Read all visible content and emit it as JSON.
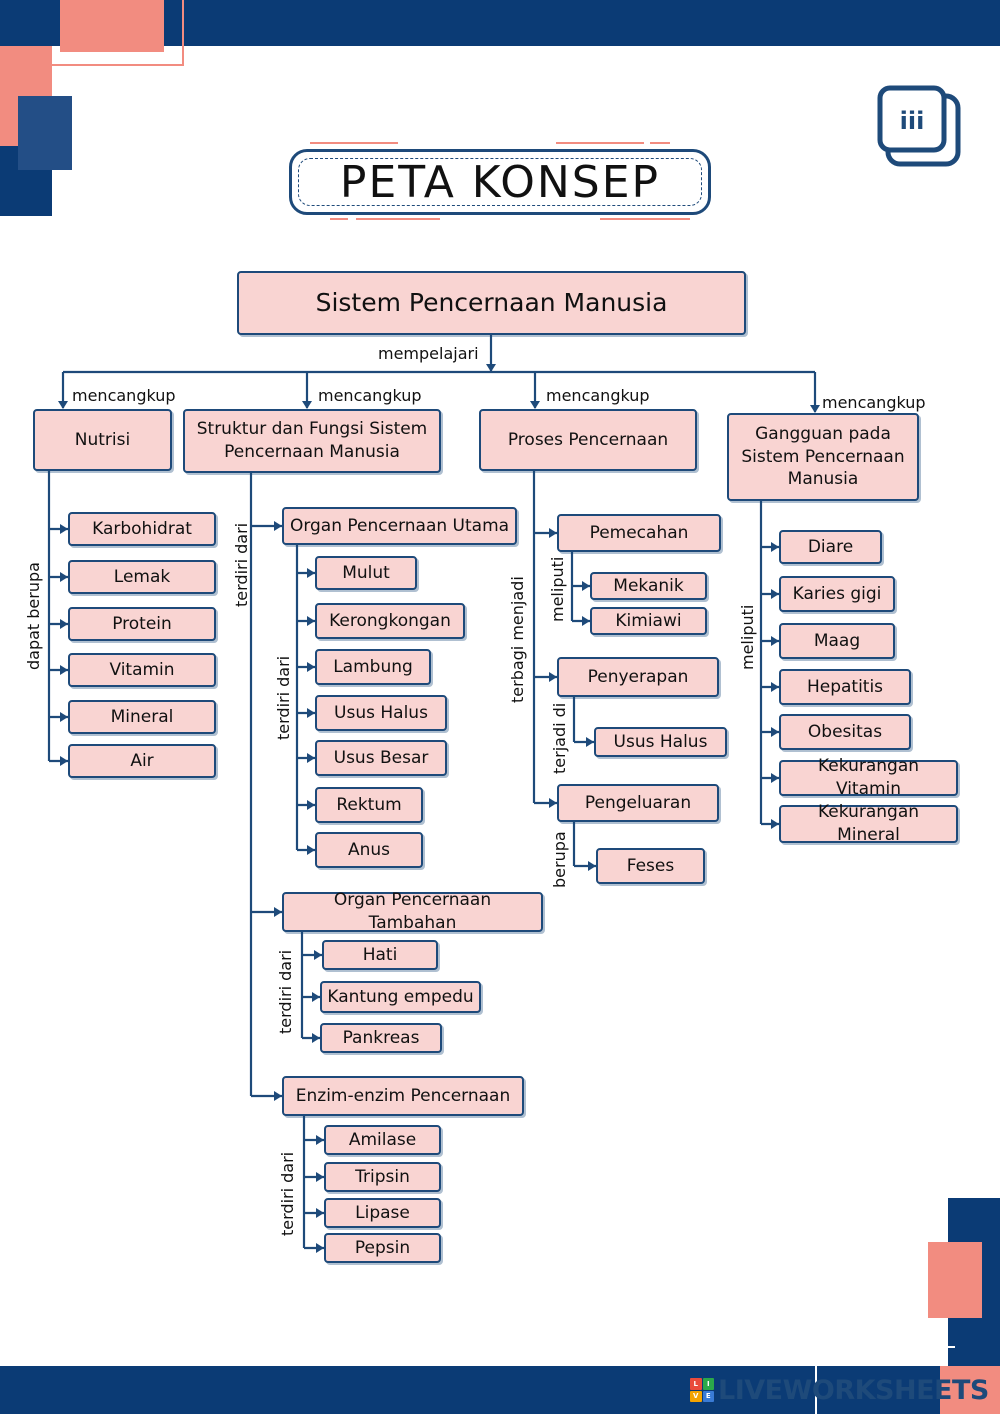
{
  "title": "PETA KONSEP",
  "badge_text": "iii",
  "watermark": "LIVEWORKSHEETS",
  "colors": {
    "navy": "#1e4a7a",
    "salmon": "#f28c80",
    "pink_fill": "#f9d4d2",
    "dark_blue": "#0b3b75"
  },
  "root": "Sistem Pencernaan Manusia",
  "root_relation": "mempelajari",
  "branches": [
    {
      "label": "Nutrisi",
      "relation": "mencangkup",
      "child_relation": "dapat berupa",
      "children": [
        "Karbohidrat",
        "Lemak",
        "Protein",
        "Vitamin",
        "Mineral",
        "Air"
      ]
    },
    {
      "label": "Struktur dan Fungsi Sistem Pencernaan Manusia",
      "relation": "mencangkup",
      "child_relation": "terdiri dari",
      "groups": [
        {
          "label": "Organ Pencernaan Utama",
          "relation": "terdiri dari",
          "items": [
            "Mulut",
            "Kerongkongan",
            "Lambung",
            "Usus Halus",
            "Usus Besar",
            "Rektum",
            "Anus"
          ]
        },
        {
          "label": "Organ Pencernaan Tambahan",
          "relation": "terdiri dari",
          "items": [
            "Hati",
            "Kantung empedu",
            "Pankreas"
          ]
        },
        {
          "label": "Enzim-enzim Pencernaan",
          "relation": "terdiri dari",
          "items": [
            "Amilase",
            "Tripsin",
            "Lipase",
            "Pepsin"
          ]
        }
      ]
    },
    {
      "label": "Proses Pencernaan",
      "relation": "mencangkup",
      "child_relation": "terbagi menjadi",
      "groups": [
        {
          "label": "Pemecahan",
          "relation": "meliputi",
          "items": [
            "Mekanik",
            "Kimiawi"
          ]
        },
        {
          "label": "Penyerapan",
          "relation": "terjadi di",
          "items": [
            "Usus Halus"
          ]
        },
        {
          "label": "Pengeluaran",
          "relation": "berupa",
          "items": [
            "Feses"
          ]
        }
      ]
    },
    {
      "label": "Gangguan pada Sistem Pencernaan Manusia",
      "relation": "mencangkup",
      "child_relation": "meliputi",
      "children": [
        "Diare",
        "Karies gigi",
        "Maag",
        "Hepatitis",
        "Obesitas",
        "Kekurangan Vitamin",
        "Kekurangan Mineral"
      ]
    }
  ]
}
